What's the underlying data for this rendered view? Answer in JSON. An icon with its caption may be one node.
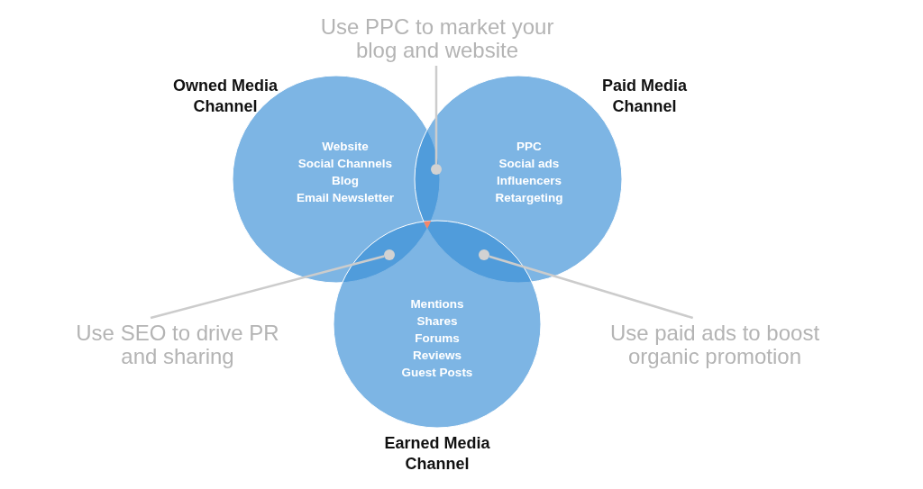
{
  "diagram": {
    "nodes": [
      {
        "text": [
          "Owned Media Channel",
          "Website",
          "Social Channels",
          "Blog",
          "Email Newsletter"
        ]
      },
      {
        "text": [
          "Paid Media Channel",
          "PPC",
          "Social ads",
          "Influencers",
          "Retargeting"
        ]
      },
      {
        "text": [
          "Mentions",
          "Shares",
          "Forums",
          "Reviews",
          "Guest Posts",
          "Earned Media Channel"
        ]
      },
      {
        "text": [
          "Use PPC to market your blog and website"
        ]
      },
      {
        "text": [],
        "shape": "circle"
      },
      {
        "text": [
          "Use SEO to drive PR and sharing"
        ]
      },
      {
        "text": [],
        "shape": "circle"
      },
      {
        "text": [
          "Use paid ads to boost organic promotion"
        ]
      },
      {
        "text": [],
        "shape": "circle"
      }
    ],
    "edges": [
      {
        "from": 3,
        "to": 4,
        "arrow": "none"
      },
      {
        "from": 5,
        "to": 6,
        "arrow": "none"
      },
      {
        "from": 7,
        "to": 8,
        "arrow": "none"
      }
    ]
  }
}
